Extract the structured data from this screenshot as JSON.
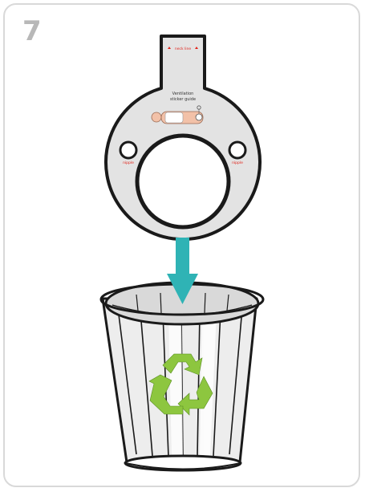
{
  "step_number": "7",
  "sticker_guide": {
    "title_line1": "Ventilation",
    "title_line2": "sticker guide",
    "neck_label": "neck line",
    "left_label": "nipple",
    "right_label": "nipple"
  },
  "colors": {
    "arrow": "#2fb3b5",
    "recycle": "#8dc63f",
    "outline": "#1a1a1a",
    "sticker_fill": "#e3e3e3",
    "accent_red": "#e2231a"
  },
  "icons": {
    "arrow": "down-arrow-icon",
    "recycle": "recycle-icon",
    "bin": "trash-bin-icon"
  }
}
